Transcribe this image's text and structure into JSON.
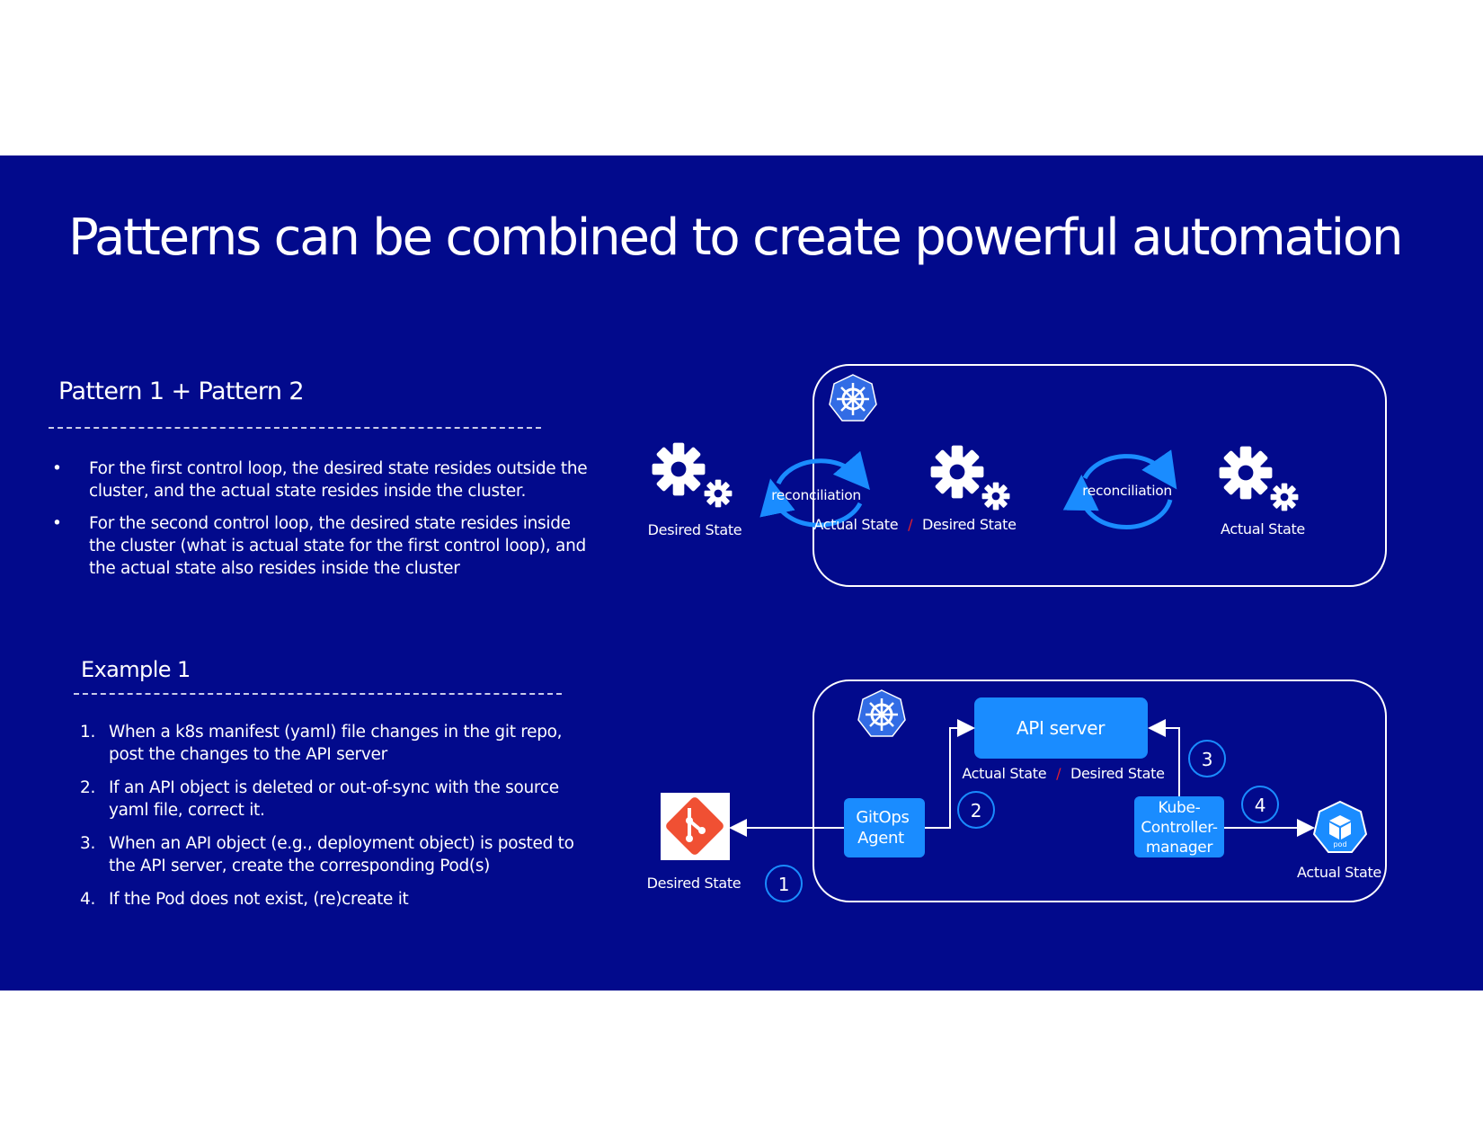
{
  "slide": {
    "title": "Patterns can be combined to create powerful automation"
  },
  "pattern_section": {
    "heading": "Pattern 1 + Pattern 2",
    "bullets": [
      {
        "marker": "•",
        "text": "For the first control loop, the desired state resides outside the cluster, and the actual state resides inside the cluster."
      },
      {
        "marker": "•",
        "text": "For the second control loop, the desired state resides inside the cluster (what is actual state for the first control loop), and the actual state also resides inside the cluster"
      }
    ]
  },
  "example_section": {
    "heading": "Example 1",
    "steps": [
      {
        "num": "1.",
        "text": "When a k8s manifest (yaml) file changes in the git repo, post the changes to the API server"
      },
      {
        "num": "2.",
        "text": "If an API object is deleted or out-of-sync with the source yaml file, correct it."
      },
      {
        "num": "3.",
        "text": "When an API object (e.g., deployment object) is posted to the API server, create the corresponding Pod(s)"
      },
      {
        "num": "4.",
        "text": "If the Pod does not exist, (re)create it"
      }
    ]
  },
  "top_diagram": {
    "desired_state": "Desired State",
    "reconciliation_1": "reconciliation",
    "mid_actual": "Actual State",
    "separator": "/",
    "mid_desired": "Desired State",
    "reconciliation_2": "reconciliation",
    "actual_state": "Actual State"
  },
  "bottom_diagram": {
    "api_server": "API server",
    "api_actual": "Actual State",
    "separator": "/",
    "api_desired": "Desired State",
    "gitops_line1": "GitOps",
    "gitops_line2": "Agent",
    "kube_line1": "Kube-",
    "kube_line2": "Controller-",
    "kube_line3": "manager",
    "git_label": "Desired State",
    "pod_text": "pod",
    "pod_label": "Actual State",
    "step_1": "1",
    "step_2": "2",
    "step_3": "3",
    "step_4": "4"
  },
  "icons": [
    "kubernetes-helm-icon",
    "gears-icon",
    "git-logo-icon",
    "pod-cube-icon",
    "reconciliation-cycle-icon"
  ],
  "colors": {
    "background": "#020a8c",
    "accent_blue": "#1a8cff",
    "git_orange": "#f05033",
    "separator_red": "#e8202a",
    "k8s_blue": "#326ce5"
  }
}
